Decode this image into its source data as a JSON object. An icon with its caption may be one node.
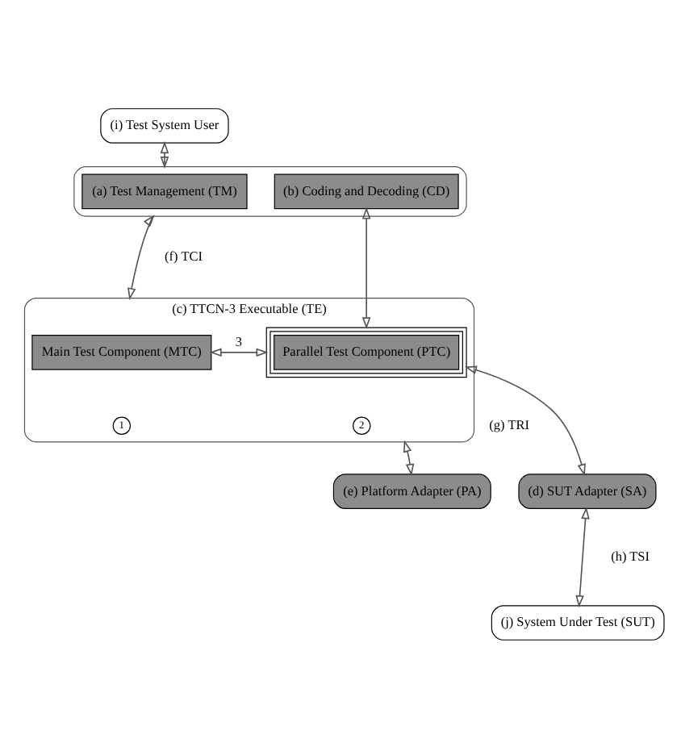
{
  "diagram": {
    "nodes": [
      {
        "text": [
          "(i) Test System User"
        ]
      },
      {
        "text": [],
        "shape": "box"
      },
      {
        "text": [
          "(a) Test Management (TM)"
        ],
        "in": 1
      },
      {
        "text": [
          "(b) Coding and Decoding (CD)"
        ],
        "in": 1
      },
      {
        "text": [
          "(c) TTCN-3 Executable (TE)"
        ]
      },
      {
        "text": [
          "Main Test Component (MTC)"
        ],
        "in": 4
      },
      {
        "text": [
          "Parallel Test Component (PTC)"
        ],
        "in": 4
      },
      {
        "text": [
          "(e) Platform Adapter (PA)"
        ]
      },
      {
        "text": [
          "(d) SUT Adapter (SA)"
        ]
      },
      {
        "text": [
          "(j) System Under Test (SUT)"
        ]
      }
    ],
    "edges": [
      {
        "from": 0,
        "to": 1,
        "arrow": "both"
      },
      {
        "from": 1,
        "to": 4,
        "arrow": "both"
      },
      {
        "from": 3,
        "to": 6,
        "arrow": "both"
      },
      {
        "from": 5,
        "to": 6,
        "arrow": "both",
        "label": "3"
      },
      {
        "from": 4,
        "to": 7,
        "arrow": "both"
      },
      {
        "from": 6,
        "to": 8,
        "arrow": "both"
      },
      {
        "from": 8,
        "to": 9,
        "arrow": "both"
      }
    ],
    "labels": [
      "(f) TCI",
      "1",
      "2",
      "(g) TRI",
      "(h) TSI"
    ]
  }
}
